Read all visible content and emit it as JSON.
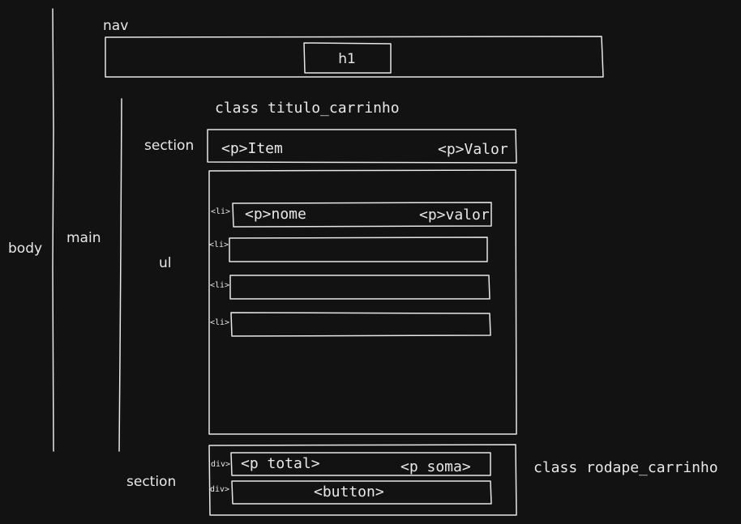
{
  "labels": {
    "body": "body",
    "main": "main",
    "nav": "nav",
    "h1": "h1",
    "section_top": "section",
    "ul": "ul",
    "section_bottom": "section",
    "class_titulo": "class titulo_carrinho",
    "class_rodape": "class rodape_carrinho"
  },
  "header_row": {
    "item": "<p>Item",
    "valor": "<p>Valor"
  },
  "list": {
    "li_tag": "<li>",
    "first_item_nome": "<p>nome",
    "first_item_valor": "<p>valor"
  },
  "footer": {
    "div_tag": "div>",
    "total": "<p total>",
    "soma": "<p soma>",
    "button": "<button>"
  }
}
